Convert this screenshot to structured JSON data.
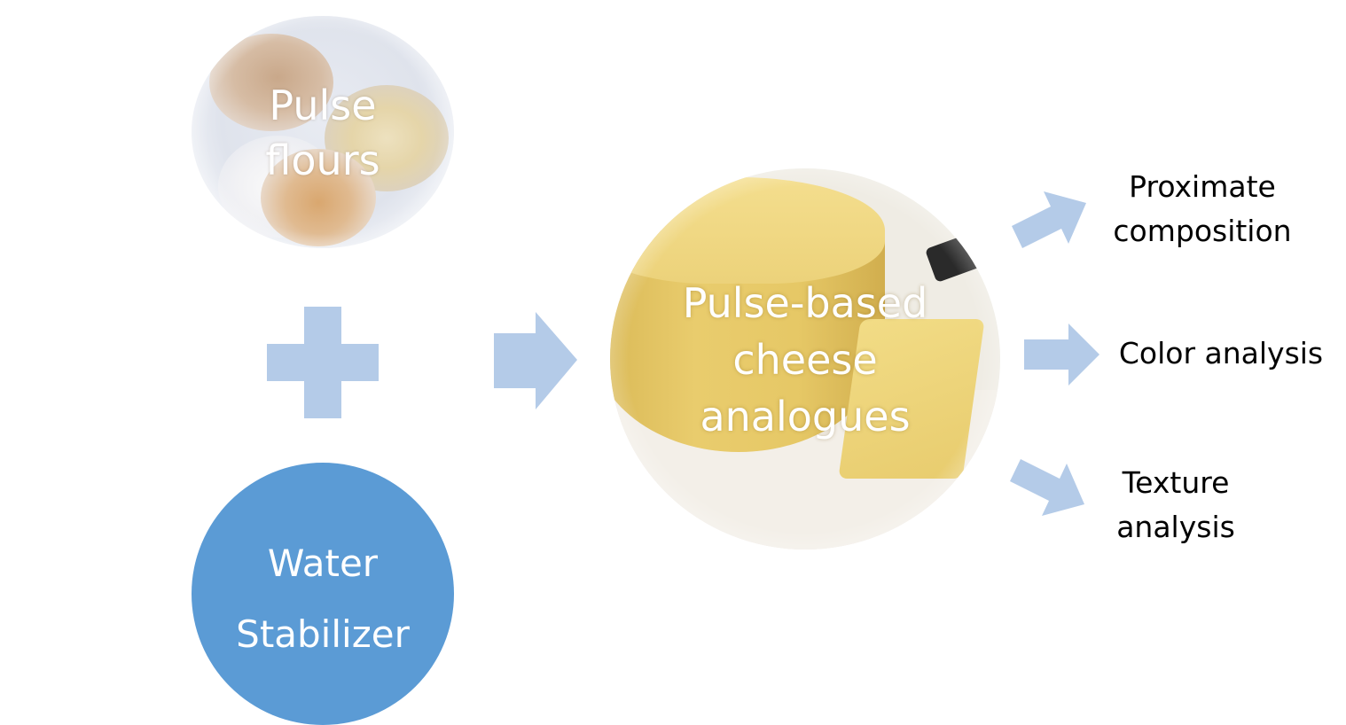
{
  "inputs": {
    "flours_label_line1": "Pulse",
    "flours_label_line2": "flours",
    "water_label": "Water",
    "stabilizer_label": "Stabilizer"
  },
  "product": {
    "label_line1": "Pulse-based",
    "label_line2": "cheese",
    "label_line3": "analogues"
  },
  "outputs": {
    "proximate_line1": "Proximate",
    "proximate_line2": "composition",
    "color": "Color analysis",
    "texture_line1": "Texture",
    "texture_line2": "analysis"
  },
  "colors": {
    "arrow_fill": "#b4cbe8",
    "water_circle": "#5b9bd5",
    "label_text": "#000000",
    "overlay_text": "#ffffff"
  }
}
